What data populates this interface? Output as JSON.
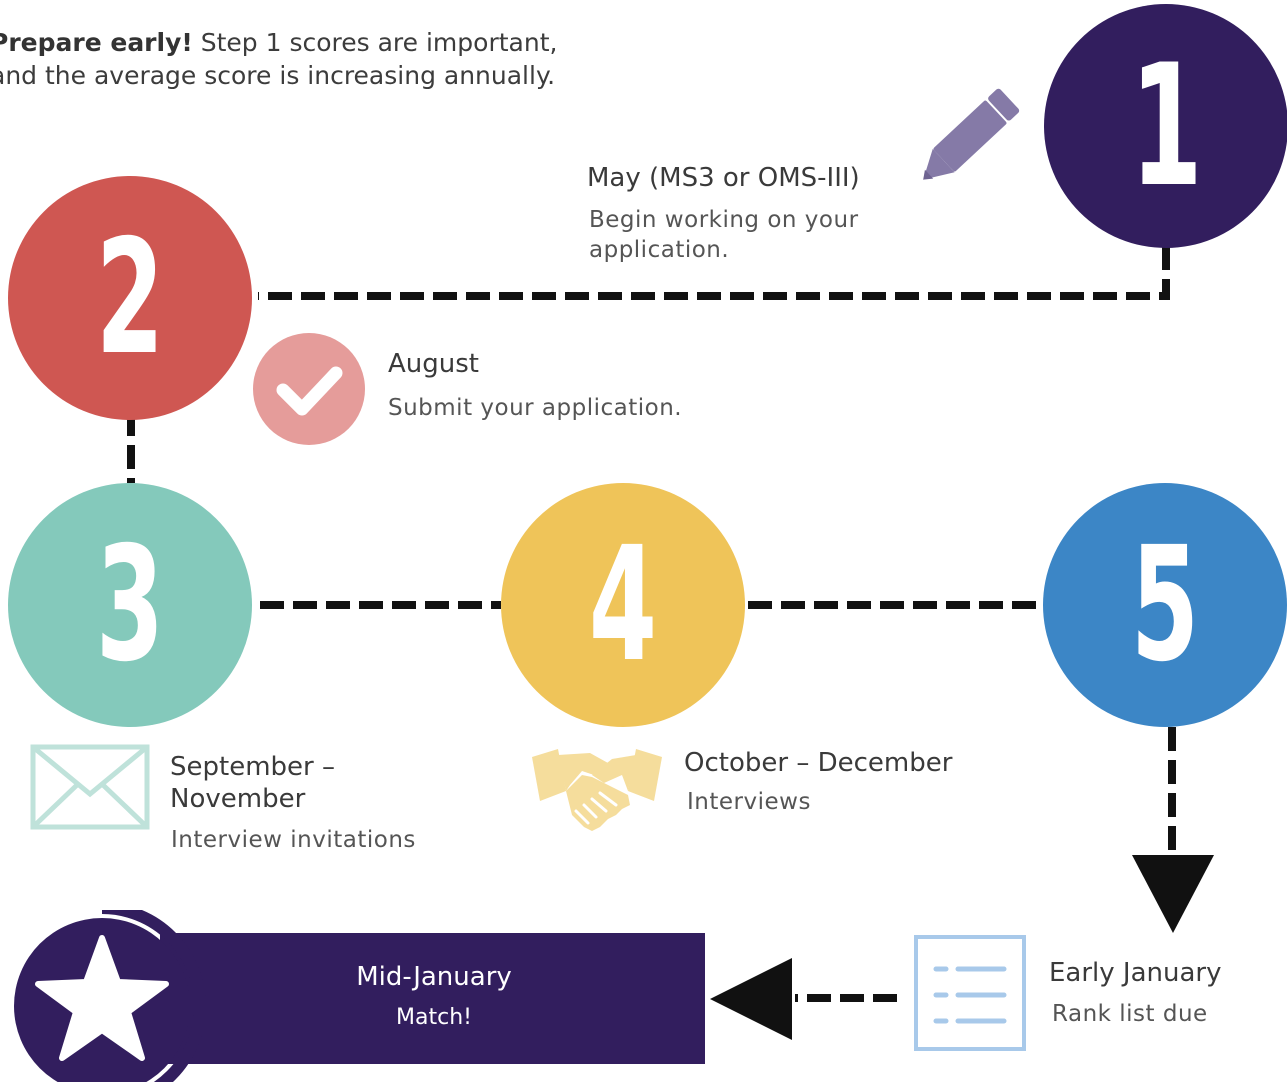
{
  "intro": {
    "lead": "Prepare early!",
    "rest_line1": " Step 1 scores are important,",
    "line2": "and the average score is increasing annually."
  },
  "steps": [
    {
      "number": "1",
      "title": "May (MS3 or OMS-III)",
      "description_line1": "Begin working on your",
      "description_line2": "application.",
      "color": "#321e5e",
      "icon": "pencil-icon"
    },
    {
      "number": "2",
      "title": "August",
      "description": "Submit your application.",
      "color": "#cf5752",
      "icon": "checkmark-icon"
    },
    {
      "number": "3",
      "title_line1": "September –",
      "title_line2": "November",
      "description": "Interview invitations",
      "color": "#84c9bb",
      "icon": "envelope-icon"
    },
    {
      "number": "4",
      "title": "October – December",
      "description": "Interviews",
      "color": "#efc459",
      "icon": "handshake-icon"
    },
    {
      "number": "5",
      "title": "Early January",
      "description": "Rank list due",
      "color": "#3c86c6",
      "icon": "list-icon"
    }
  ],
  "match": {
    "title": "Mid-January",
    "subtitle": "Match!",
    "color": "#321e5e",
    "icon": "star-icon"
  }
}
